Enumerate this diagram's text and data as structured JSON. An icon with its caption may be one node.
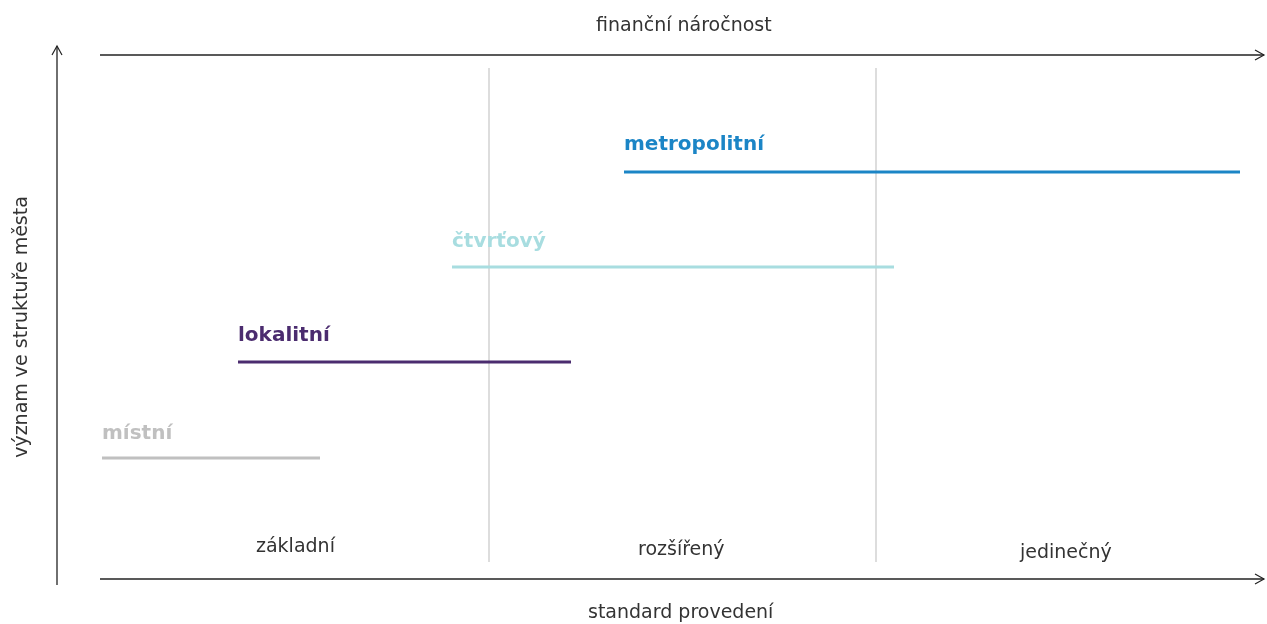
{
  "diagram": {
    "labels": [
      "finanční náročnost",
      "metropolitní",
      "čtvrťový",
      "lokalitní",
      "místní",
      "základní",
      "rozšířený",
      "jedinečný",
      "standard provedení",
      "význam ve struktuře města"
    ]
  }
}
